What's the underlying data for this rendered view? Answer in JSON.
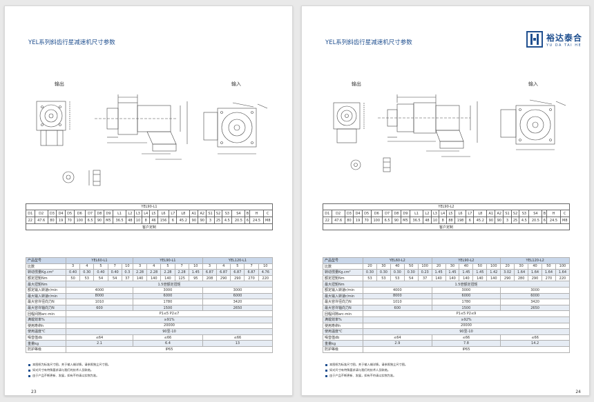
{
  "left": {
    "heading": "YEL系列斜齿行星减速机尺寸参数",
    "label_out": "输出",
    "label_in": "输入",
    "spec_title": "YEL90-L1",
    "spec_headers": [
      "D1",
      "D2",
      "D3",
      "D4",
      "D5",
      "D6",
      "D7",
      "D8",
      "D9",
      "L1",
      "L2",
      "L3",
      "L4",
      "L5",
      "L6",
      "L7",
      "L8",
      "A1",
      "A2",
      "S1",
      "S2",
      "S3",
      "S4",
      "B",
      "H",
      "C"
    ],
    "spec_values": [
      "22",
      "47.6",
      "80",
      "19",
      "70",
      "100",
      "6.5",
      "90",
      "M5",
      "36.5",
      "48",
      "10",
      "8",
      "46",
      "156",
      "6",
      "45.2",
      "90",
      "90",
      "3",
      "25",
      "4.5",
      "20.5",
      "6",
      "24.5",
      "M8"
    ],
    "spec_footer": "客户定制",
    "perf": {
      "model_label": "产品型号",
      "models": [
        "YEL60-L1",
        "YEL90-L1",
        "YEL120-L1"
      ],
      "rows": [
        {
          "label": "比数",
          "cells": [
            "3",
            "4",
            "5",
            "7",
            "10",
            "3",
            "4",
            "5",
            "7",
            "10",
            "3",
            "4",
            "5",
            "7",
            "10"
          ]
        },
        {
          "label": "转动惯量Kg.cm²",
          "cells": [
            "0.40",
            "0.30",
            "0.40",
            "0.40",
            "0.3",
            "2.28",
            "2.28",
            "2.28",
            "2.28",
            "1.45",
            "6.87",
            "6.87",
            "6.87",
            "6.87",
            "4.76"
          ]
        },
        {
          "label": "额定扭矩Nm",
          "cells": [
            "50",
            "53",
            "54",
            "54",
            "37",
            "140",
            "140",
            "140",
            "125",
            "95",
            "208",
            "290",
            "290",
            "270",
            "220"
          ]
        }
      ],
      "merged_rows": [
        {
          "label": "最大扭矩Nm",
          "cells": [
            "1.5倍额定扭矩"
          ],
          "spans": [
            15
          ]
        },
        {
          "label": "额定输入转速r/min",
          "cells": [
            "4000",
            "3000",
            "3000"
          ],
          "spans": [
            5,
            5,
            5
          ]
        },
        {
          "label": "最大输入转速r/min",
          "cells": [
            "8000",
            "6000",
            "6000"
          ],
          "spans": [
            5,
            5,
            5
          ]
        },
        {
          "label": "最大容许径向力N",
          "cells": [
            "1010",
            "1780",
            "3420"
          ],
          "spans": [
            5,
            5,
            5
          ]
        },
        {
          "label": "最大容许轴向力N",
          "cells": [
            "600",
            "1500",
            "2650"
          ],
          "spans": [
            5,
            5,
            5
          ]
        },
        {
          "label": "回程间隙arc-min",
          "cells": [
            "P1≤5    P2≤7"
          ],
          "spans": [
            15
          ]
        },
        {
          "label": "满载效率%",
          "cells": [
            "≥91%"
          ],
          "spans": [
            15
          ]
        },
        {
          "label": "使用寿命h",
          "cells": [
            "20000"
          ],
          "spans": [
            15
          ]
        },
        {
          "label": "使用温度℃",
          "cells": [
            "90至-10"
          ],
          "spans": [
            15
          ]
        },
        {
          "label": "噪音值db",
          "cells": [
            "≤64",
            "≤66",
            "≤66"
          ],
          "spans": [
            5,
            5,
            5
          ]
        },
        {
          "label": "重量kg",
          "cells": [
            "2.1",
            "6.4",
            "13"
          ],
          "spans": [
            5,
            5,
            5
          ]
        },
        {
          "label": "防护等级",
          "cells": [
            "IP65"
          ],
          "spans": [
            15
          ]
        }
      ]
    },
    "notes": [
      "本图纸为标准尺寸图，关于输入端详情，请参照独立尺寸图。",
      "如对尺寸有特殊要求请与我们的技术人员联络。",
      "由于产品不断更新、发展，如有不符请以实物为准。"
    ],
    "page_number": "23"
  },
  "right": {
    "heading": "YEL系列斜齿行星减速机尺寸参数",
    "logo_cn": "裕达泰合",
    "logo_en": "YU DA TAI HE",
    "label_out": "输出",
    "label_in": "输入",
    "spec_title": "YEL90-L2",
    "spec_headers": [
      "D1",
      "D2",
      "D3",
      "D4",
      "D5",
      "D6",
      "D7",
      "D8",
      "D9",
      "L1",
      "L2",
      "L3",
      "L4",
      "L5",
      "L6",
      "L7",
      "L8",
      "A1",
      "A2",
      "S1",
      "S2",
      "S3",
      "S4",
      "B",
      "H",
      "C"
    ],
    "spec_values": [
      "22",
      "47.6",
      "80",
      "19",
      "70",
      "100",
      "6.5",
      "90",
      "M5",
      "36.5",
      "48",
      "10",
      "8",
      "88",
      "198",
      "6",
      "45.2",
      "90",
      "90",
      "3",
      "25",
      "4.5",
      "20.5",
      "6",
      "24.5",
      "M8"
    ],
    "spec_footer": "客户定制",
    "perf": {
      "model_label": "产品型号",
      "models": [
        "YEL60-L2",
        "YEL90-L2",
        "YEL120-L2"
      ],
      "rows": [
        {
          "label": "比数",
          "cells": [
            "20",
            "30",
            "40",
            "50",
            "100",
            "20",
            "30",
            "40",
            "50",
            "100",
            "20",
            "30",
            "40",
            "50",
            "100"
          ]
        },
        {
          "label": "转动惯量Kg.cm²",
          "cells": [
            "0.30",
            "0.30",
            "0.30",
            "0.30",
            "0.23",
            "1.45",
            "1.45",
            "1.45",
            "1.45",
            "1.42",
            "3.02",
            "1.64",
            "1.64",
            "1.64",
            "1.64"
          ]
        },
        {
          "label": "额定扭矩Nm",
          "cells": [
            "53",
            "53",
            "53",
            "54",
            "37",
            "140",
            "140",
            "140",
            "140",
            "140",
            "290",
            "280",
            "290",
            "270",
            "220"
          ]
        }
      ],
      "merged_rows": [
        {
          "label": "最大扭矩Nm",
          "cells": [
            "1.5倍额定扭矩"
          ],
          "spans": [
            15
          ]
        },
        {
          "label": "额定输入转速r/min",
          "cells": [
            "4000",
            "3000",
            "3000"
          ],
          "spans": [
            5,
            5,
            5
          ]
        },
        {
          "label": "最大输入转速r/min",
          "cells": [
            "8000",
            "6000",
            "6000"
          ],
          "spans": [
            5,
            5,
            5
          ]
        },
        {
          "label": "最大容许径向力N",
          "cells": [
            "1010",
            "1780",
            "3420"
          ],
          "spans": [
            5,
            5,
            5
          ]
        },
        {
          "label": "最大容许轴向力N",
          "cells": [
            "600",
            "1500",
            "2650"
          ],
          "spans": [
            5,
            5,
            5
          ]
        },
        {
          "label": "回程间隙arc-min",
          "cells": [
            "P1≤5    P2≤9"
          ],
          "spans": [
            15
          ]
        },
        {
          "label": "满载效率%",
          "cells": [
            "≥92%"
          ],
          "spans": [
            15
          ]
        },
        {
          "label": "使用寿命h",
          "cells": [
            "20000"
          ],
          "spans": [
            15
          ]
        },
        {
          "label": "使用温度℃",
          "cells": [
            "90至-10"
          ],
          "spans": [
            15
          ]
        },
        {
          "label": "噪音值db",
          "cells": [
            "≤64",
            "≤66",
            "≤66"
          ],
          "spans": [
            5,
            5,
            5
          ]
        },
        {
          "label": "重量kg",
          "cells": [
            "2.9",
            "7.8",
            "14.2"
          ],
          "spans": [
            5,
            5,
            5
          ]
        },
        {
          "label": "防护等级",
          "cells": [
            "IP65"
          ],
          "spans": [
            15
          ]
        }
      ]
    },
    "notes": [
      "本图纸为标准尺寸图，关于输入端详情，请参照独立尺寸图。",
      "如对尺寸有特殊要求请与我们的技术人员联络。",
      "由于产品不断更新、发展，如有不符请以实物为准。"
    ],
    "page_number": "24"
  }
}
